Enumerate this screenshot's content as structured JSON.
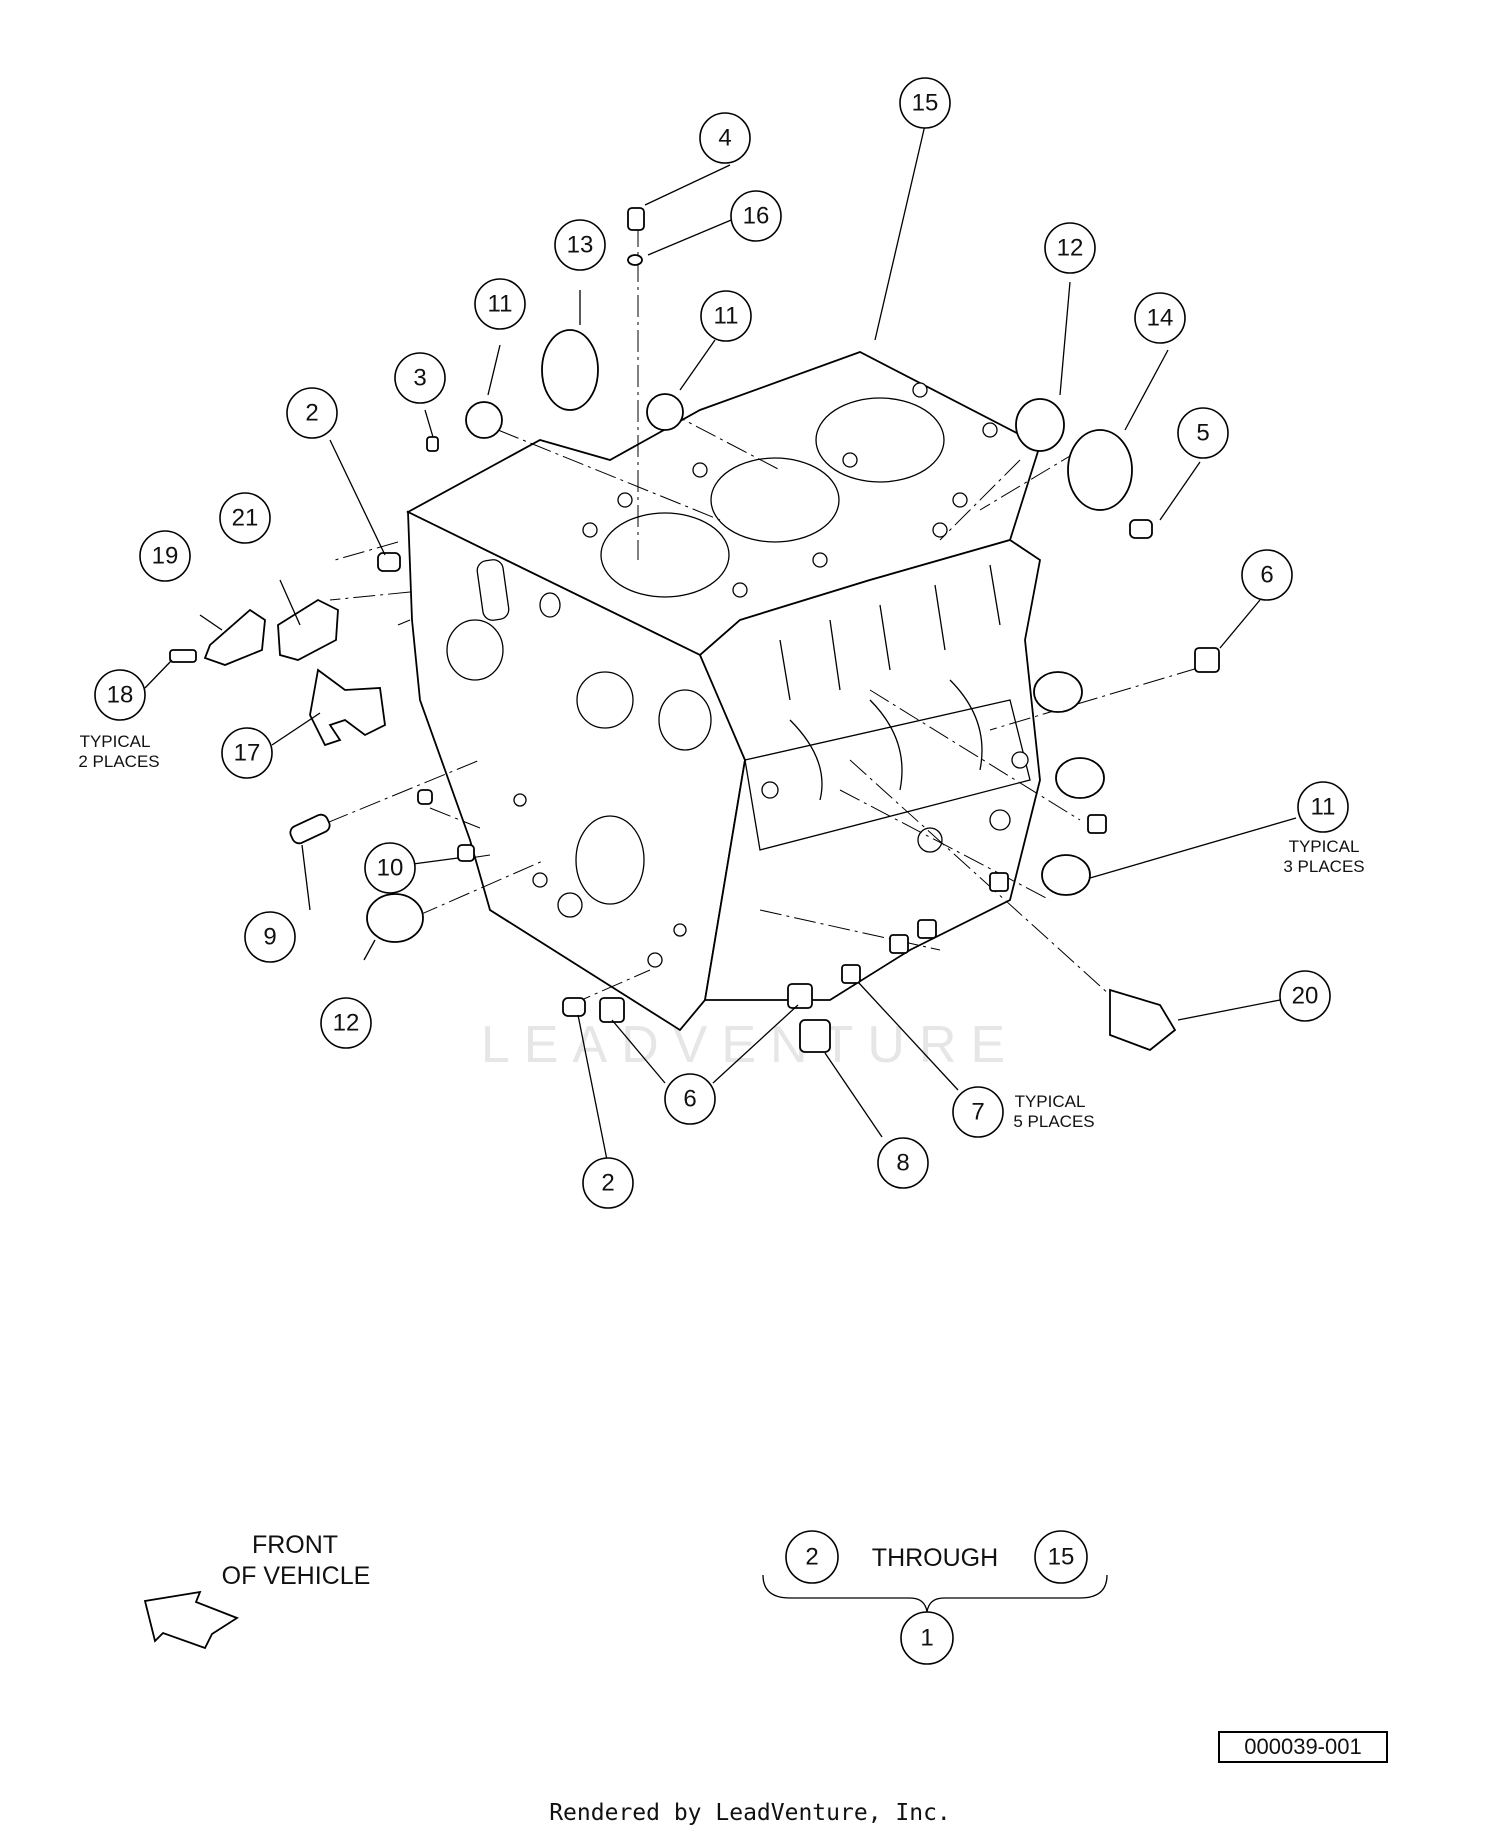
{
  "callouts": {
    "c1": "1",
    "c2a": "2",
    "c2b": "2",
    "c2c": "2",
    "c3": "3",
    "c4": "4",
    "c5": "5",
    "c6a": "6",
    "c6b": "6",
    "c7": "7",
    "c8": "8",
    "c9": "9",
    "c10": "10",
    "c11a": "11",
    "c11b": "11",
    "c11c": "11",
    "c12a": "12",
    "c12b": "12",
    "c13": "13",
    "c14": "14",
    "c15a": "15",
    "c15b": "15",
    "c16": "16",
    "c17": "17",
    "c18": "18",
    "c19": "19",
    "c20": "20",
    "c21": "21"
  },
  "notes": {
    "typical_2_line1": "TYPICAL",
    "typical_2_line2": "2 PLACES",
    "typical_3_line1": "TYPICAL",
    "typical_3_line2": "3 PLACES",
    "typical_5_line1": "TYPICAL",
    "typical_5_line2": "5 PLACES"
  },
  "legend": {
    "front_line1": "FRONT",
    "front_line2": "OF VEHICLE",
    "through": "THROUGH"
  },
  "watermark": "LEADVENTURE",
  "drawing_number": "000039-001",
  "footer": "Rendered by LeadVenture, Inc."
}
